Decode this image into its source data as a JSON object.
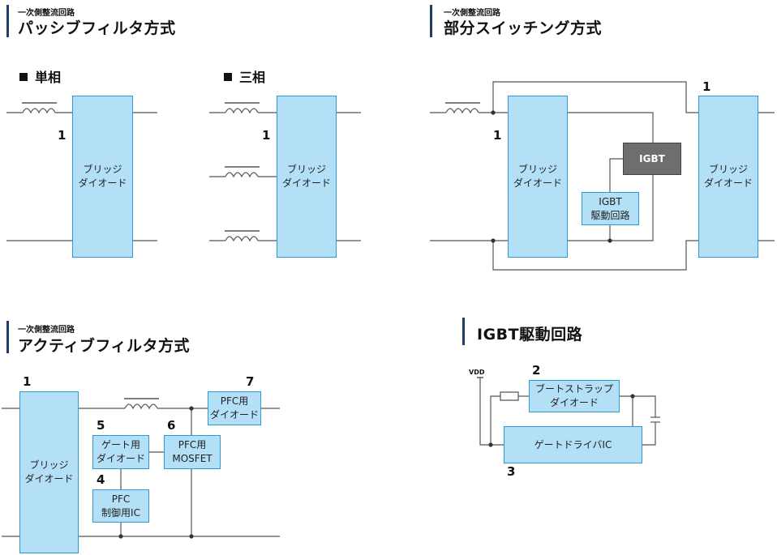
{
  "sections": {
    "passive": {
      "subtitle": "一次側整流回路",
      "title": "パッシブフィルタ方式",
      "single": "単相",
      "three": "三相"
    },
    "partial": {
      "subtitle": "一次側整流回路",
      "title": "部分スイッチング方式"
    },
    "active": {
      "subtitle": "一次側整流回路",
      "title": "アクティブフィルタ方式"
    },
    "igbt": {
      "title": "IGBT駆動回路"
    }
  },
  "blocks": {
    "bridge": "ブリッジ\nダイオード",
    "igbt": "IGBT",
    "igbt_drive": "IGBT\n駆動回路",
    "pfc_diode": "PFC用\nダイオード",
    "gate_diode": "ゲート用\nダイオード",
    "pfc_mosfet": "PFC用\nMOSFET",
    "pfc_ic": "PFC\n制御用IC",
    "bootstrap_diode": "ブートストラップ\nダイオード",
    "gate_driver": "ゲートドライバIC"
  },
  "numbers": {
    "n1": "1",
    "n2": "2",
    "n3": "3",
    "n4": "4",
    "n5": "5",
    "n6": "6",
    "n7": "7"
  },
  "vdd": "VDD"
}
